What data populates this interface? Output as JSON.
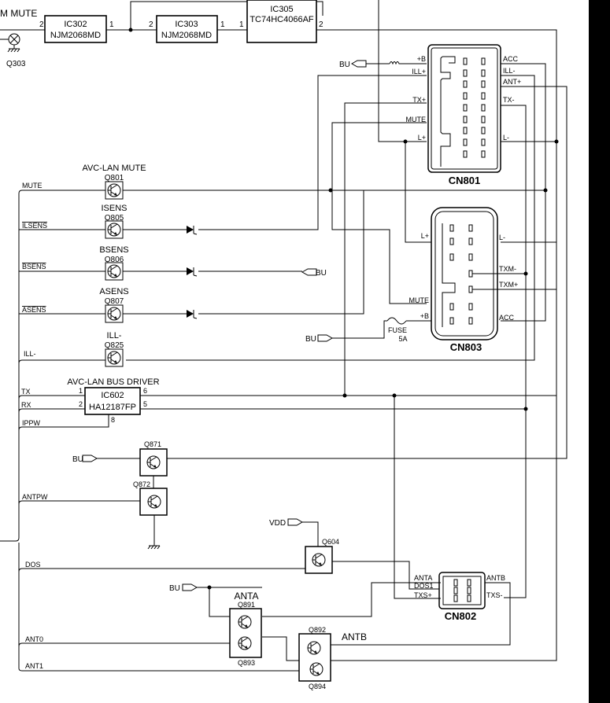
{
  "ics": {
    "ic302": {
      "ref": "IC302",
      "part": "NJM2068MD",
      "pin_in": "2",
      "pin_out": "1"
    },
    "ic303": {
      "ref": "IC303",
      "part": "NJM2068MD",
      "pin_in": "2",
      "pin_out": "1"
    },
    "ic305": {
      "ref": "IC305",
      "part": "TC74HC4066AF",
      "pin_in": "1",
      "pin_out": "2"
    },
    "ic602": {
      "ref": "IC602",
      "part": "HA12187FP",
      "title": "AVC-LAN BUS DRIVER",
      "pins": [
        "1",
        "2",
        "8",
        "6",
        "5"
      ]
    }
  },
  "top": {
    "mute_label": "M MUTE",
    "q303": "Q303"
  },
  "transistors": [
    {
      "ref": "Q801",
      "title": "AVC-LAN MUTE"
    },
    {
      "ref": "Q805",
      "title": "ISENS"
    },
    {
      "ref": "Q806",
      "title": "BSENS"
    },
    {
      "ref": "Q807",
      "title": "ASENS"
    },
    {
      "ref": "Q825",
      "title": "ILL-"
    },
    {
      "ref": "Q871"
    },
    {
      "ref": "Q872"
    },
    {
      "ref": "Q604"
    },
    {
      "ref": "Q891",
      "group": "ANTA"
    },
    {
      "ref": "Q893"
    },
    {
      "ref": "Q892"
    },
    {
      "ref": "Q894",
      "group": "ANTB"
    }
  ],
  "signals": [
    "MUTE",
    "ILSENS",
    "BSENS",
    "ASENS",
    "ILL-",
    "TX",
    "RX",
    "IPPW",
    "ANTPW",
    "DOS",
    "ANT0",
    "ANT1"
  ],
  "supplies": {
    "bu": "BU",
    "vdd": "VDD"
  },
  "cn801": {
    "name": "CN801",
    "left_pins": [
      "+B",
      "ILL+",
      "TX+",
      "MUTE",
      "L+"
    ],
    "right_pins": [
      "ACC",
      "ILL-",
      "ANT+",
      "TX-",
      "L-"
    ]
  },
  "cn803": {
    "name": "CN803",
    "left_pins": [
      "L+",
      "MUTE",
      "+B"
    ],
    "right_pins": [
      "L-",
      "TXM-",
      "TXM+",
      "ACC"
    ],
    "fuse": "FUSE",
    "fuse_rating": "5A"
  },
  "cn802": {
    "name": "CN802",
    "left_pins": [
      "ANTA",
      "DOS1",
      "TXS+"
    ],
    "right_pins": [
      "ANTB",
      "TXS-"
    ]
  },
  "labels": {
    "anta": "ANTA",
    "antb": "ANTB"
  }
}
